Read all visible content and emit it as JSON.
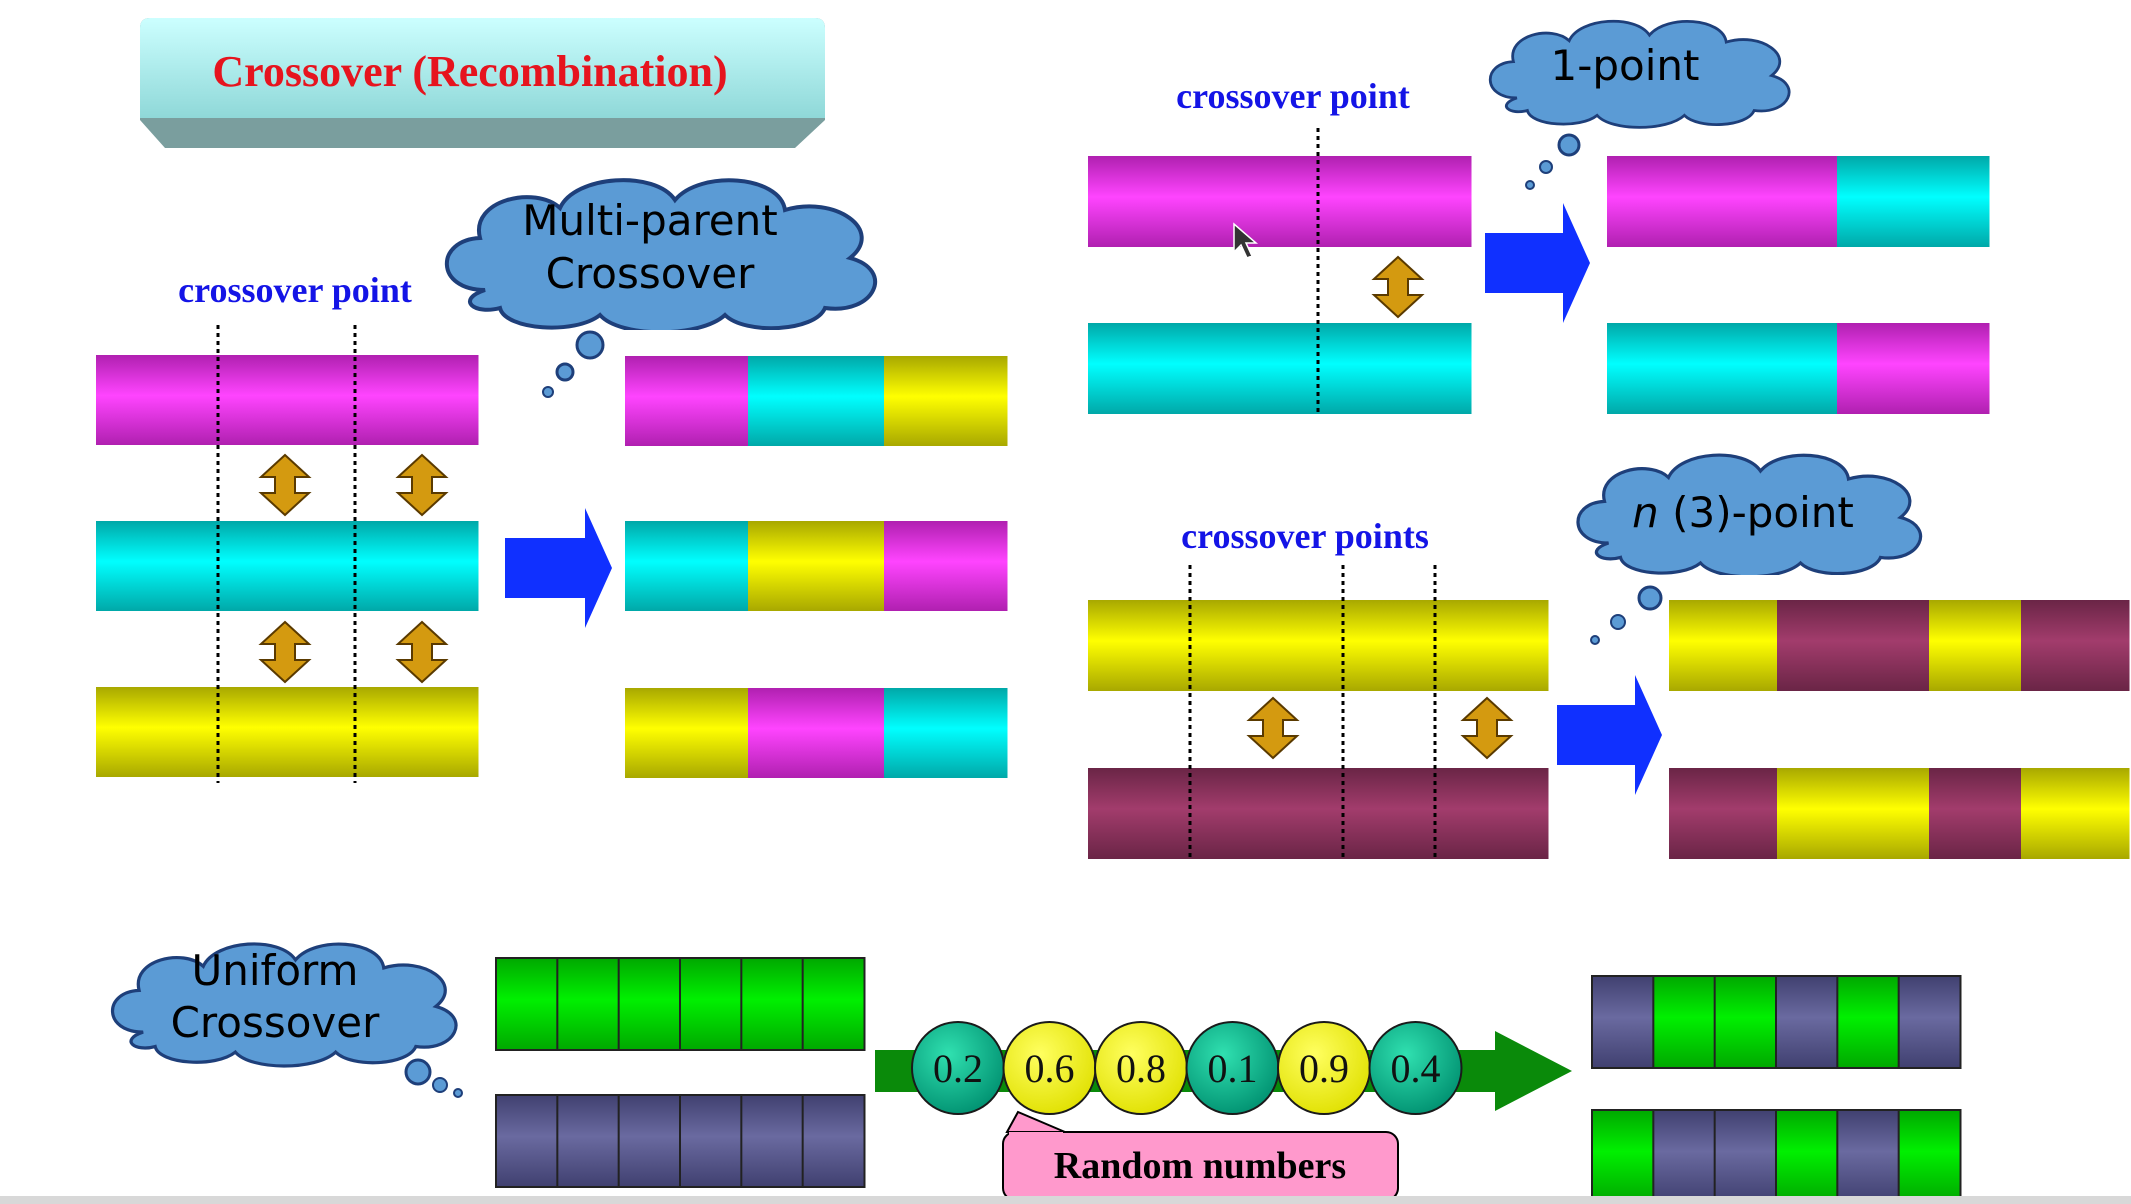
{
  "title": "Crossover (Recombination)",
  "colors": {
    "magenta": "#ff33ff",
    "cyan": "#00f0f0",
    "yellow": "#f2f200",
    "maroon": "#9b3a66",
    "green": "#00dd00",
    "slate": "#5e5e92",
    "arrow_blue": "#1030ff",
    "arrow_gold": "#d49a10",
    "arrow_green": "#0a8a0a",
    "cloud": "#5b9bd5",
    "title_box": "#b6f0f0",
    "label_blue": "#1414e6",
    "label_red": "#e6141e",
    "callout_pink": "#ff99cc",
    "ball_teal": "#00c090",
    "ball_yellow": "#ffff00"
  },
  "multi_parent": {
    "cloud_line1": "Multi-parent",
    "cloud_line2": "Crossover",
    "point_label": "crossover point",
    "parents": [
      [
        "magenta",
        "magenta",
        "magenta"
      ],
      [
        "cyan",
        "cyan",
        "cyan"
      ],
      [
        "yellow",
        "yellow",
        "yellow"
      ]
    ],
    "children": [
      [
        "magenta",
        "cyan",
        "yellow"
      ],
      [
        "cyan",
        "yellow",
        "magenta"
      ],
      [
        "yellow",
        "magenta",
        "cyan"
      ]
    ]
  },
  "one_point": {
    "cloud_text": "1-point",
    "point_label": "crossover point",
    "parents": [
      [
        "magenta"
      ],
      [
        "cyan"
      ]
    ],
    "children": [
      [
        "magenta",
        "cyan"
      ],
      [
        "cyan",
        "magenta"
      ]
    ]
  },
  "n_point": {
    "cloud_italic": "n",
    "cloud_rest": " (3)-point",
    "point_label": "crossover points",
    "parents": [
      [
        "yellow"
      ],
      [
        "maroon"
      ]
    ],
    "children": [
      [
        "yellow",
        "maroon",
        "yellow",
        "maroon"
      ],
      [
        "maroon",
        "yellow",
        "maroon",
        "yellow"
      ]
    ]
  },
  "uniform": {
    "cloud_line1": "Uniform",
    "cloud_line2": "Crossover",
    "parent_a": [
      "green",
      "green",
      "green",
      "green",
      "green",
      "green"
    ],
    "parent_b": [
      "slate",
      "slate",
      "slate",
      "slate",
      "slate",
      "slate"
    ],
    "random_numbers": [
      {
        "label": "0.2",
        "color": "teal"
      },
      {
        "label": "0.6",
        "color": "yellow"
      },
      {
        "label": "0.8",
        "color": "yellow"
      },
      {
        "label": "0.1",
        "color": "teal"
      },
      {
        "label": "0.9",
        "color": "yellow"
      },
      {
        "label": "0.4",
        "color": "teal"
      }
    ],
    "random_label": "Random numbers",
    "child_a": [
      "slate",
      "green",
      "green",
      "slate",
      "green",
      "slate"
    ],
    "child_b": [
      "green",
      "slate",
      "slate",
      "green",
      "slate",
      "green"
    ]
  }
}
